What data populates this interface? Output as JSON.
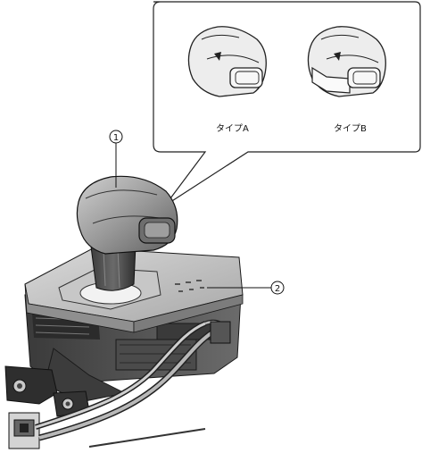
{
  "callout": {
    "type_a_label": "タイプA",
    "type_b_label": "タイプB"
  },
  "markers": [
    {
      "id": "1",
      "label": "1"
    },
    {
      "id": "2",
      "label": "2"
    }
  ]
}
